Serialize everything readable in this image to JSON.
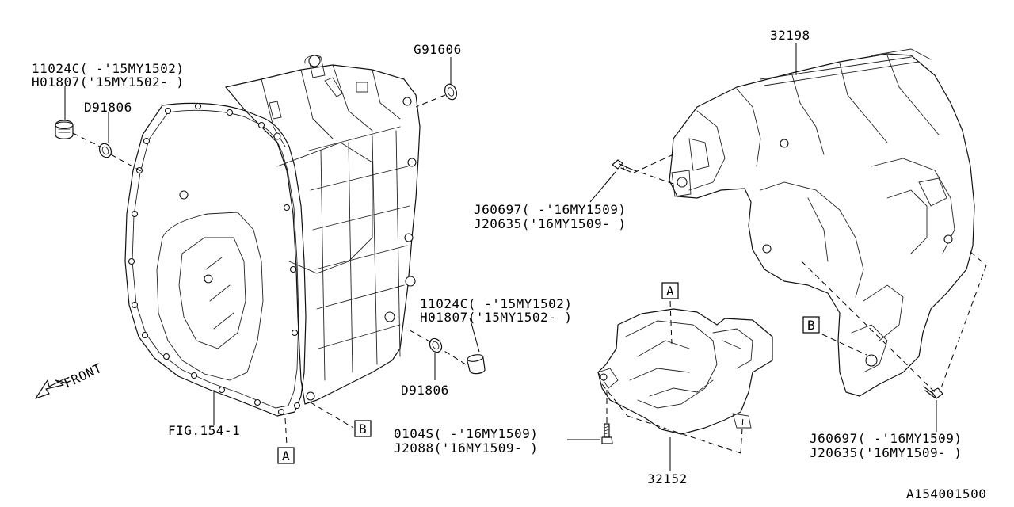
{
  "labels": {
    "p11024c_a": "11024C( -'15MY1502)",
    "h01807_a": "H01807('15MY1502- )",
    "d91806_a": "D91806",
    "g91606": "G91606",
    "p32198": "32198",
    "j60697_a": "J60697( -'16MY1509)",
    "j20635_a": "J20635('16MY1509- )",
    "p11024c_b": "11024C( -'15MY1502)",
    "h01807_b": "H01807('15MY1502- )",
    "d91806_b": "D91806",
    "fig154": "FIG.154-1",
    "front": "FRONT",
    "p0104s": "0104S( -'16MY1509)",
    "j2088": "J2088('16MY1509- )",
    "p32152": "32152",
    "j60697_b": "J60697( -'16MY1509)",
    "j20635_b": "J20635('16MY1509- )",
    "diagram_id": "A154001500"
  },
  "ref_marks": {
    "a_top": "A",
    "a_bottom": "A",
    "b_left": "B",
    "b_right": "B"
  }
}
